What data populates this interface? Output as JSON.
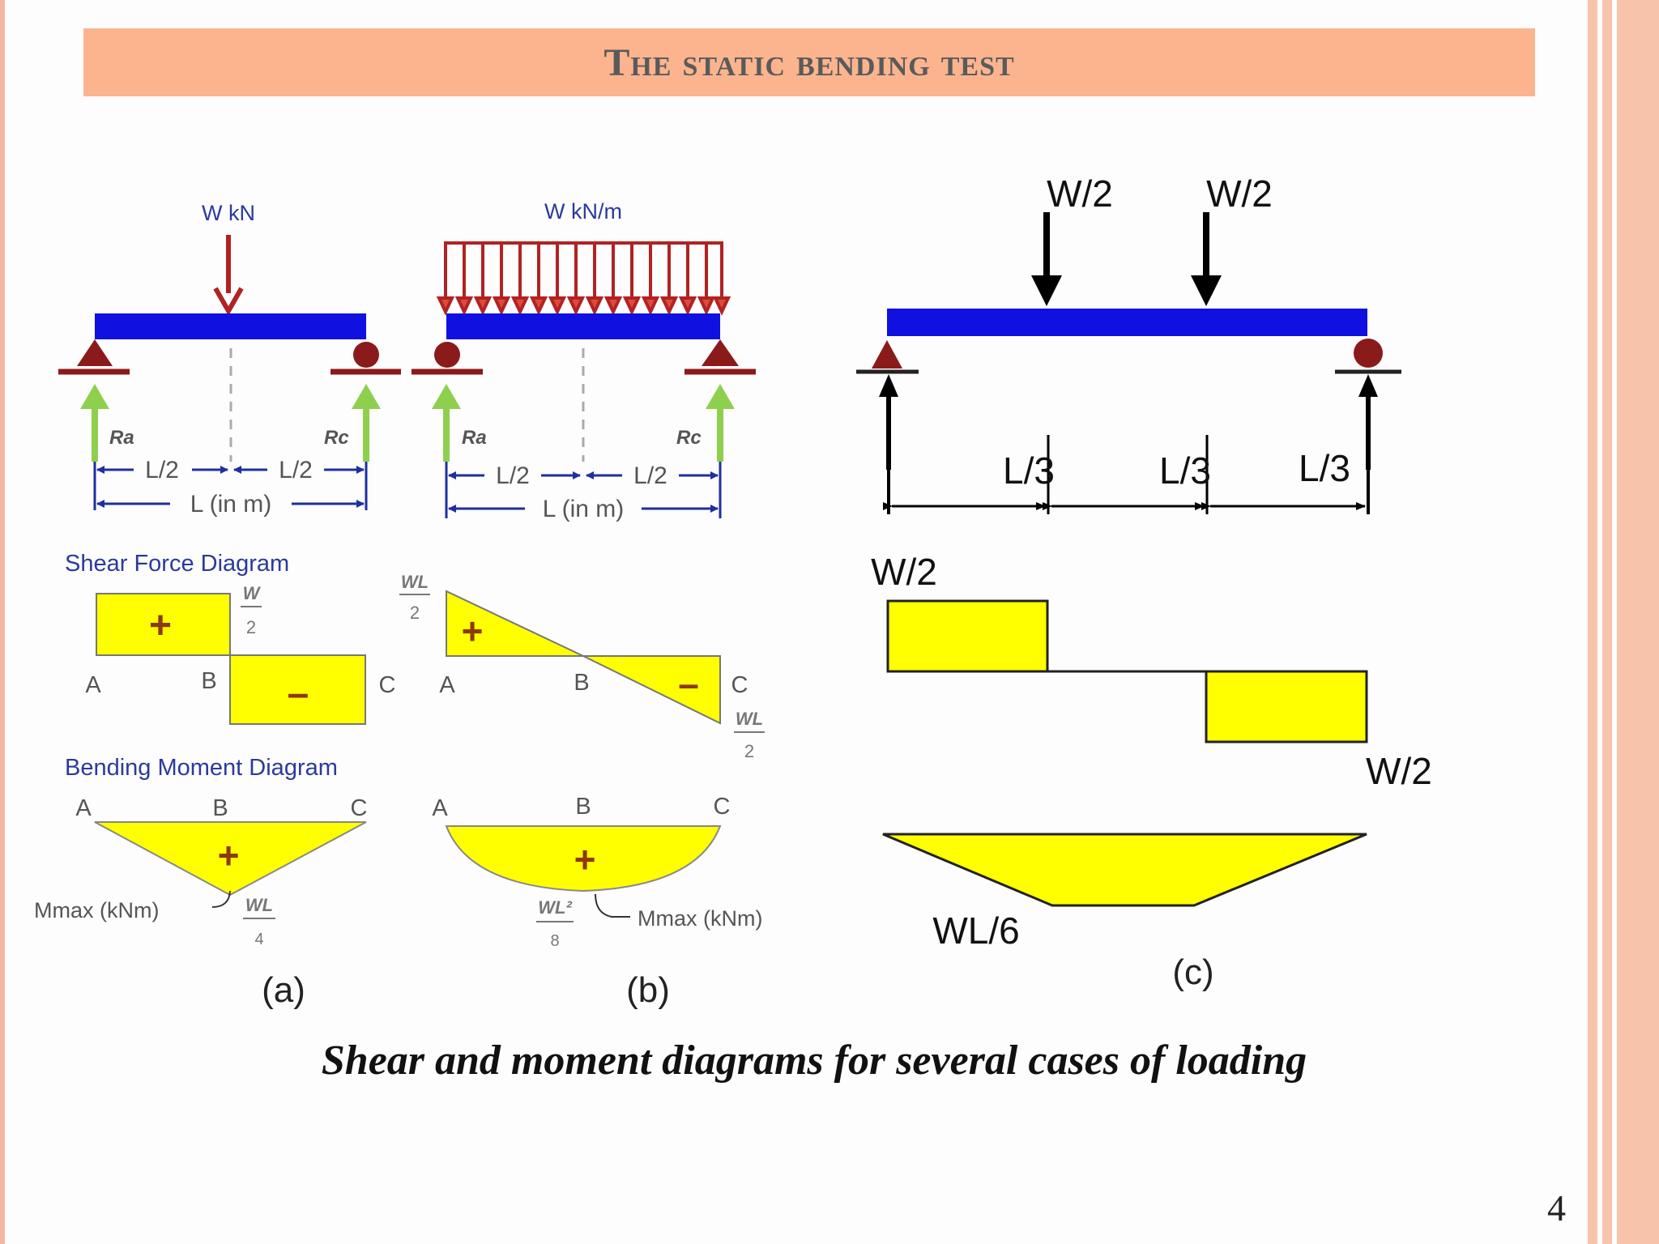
{
  "slide": {
    "title": "The static bending test",
    "caption": "Shear and moment diagrams for several cases of loading",
    "page_number": "4"
  },
  "colors": {
    "beam": "#1010e0",
    "diagram_fill": "#ffff00",
    "load_arrow": "#b22222",
    "reaction_arrow": "#8ed04e",
    "support": "#8b1a1a",
    "dimension": "#1f2f9f",
    "title_bar": "#fbb48e"
  },
  "panel_a": {
    "load": "W kN",
    "reaction_left": "Ra",
    "reaction_right": "Rc",
    "half_left": "L/2",
    "half_right": "L/2",
    "span": "L (in m)",
    "sfd_title": "Shear Force Diagram",
    "shear_num": "W",
    "shear_den": "2",
    "plus": "+",
    "minus": "–",
    "pt_a": "A",
    "pt_b": "B",
    "pt_c": "C",
    "bmd_title": "Bending Moment Diagram",
    "bm_a": "A",
    "bm_b": "B",
    "bm_c": "C",
    "bm_plus": "+",
    "mmax": "Mmax (kNm)",
    "mmax_num": "WL",
    "mmax_den": "4",
    "label": "(a)"
  },
  "panel_b": {
    "load": "W kN/m",
    "reaction_left": "Ra",
    "reaction_right": "Rc",
    "half_left": "L/2",
    "half_right": "L/2",
    "span": "L (in m)",
    "shear_top_num": "WL",
    "shear_top_den": "2",
    "shear_bot_num": "WL",
    "shear_bot_den": "2",
    "plus": "+",
    "minus": "–",
    "pt_a": "A",
    "pt_b": "B",
    "pt_c": "C",
    "bm_a": "A",
    "bm_b": "B",
    "bm_c": "C",
    "bm_plus": "+",
    "mmax_num": "WL²",
    "mmax_den": "8",
    "mmax": "Mmax (kNm)",
    "label": "(b)"
  },
  "panel_c": {
    "load_1": "W/2",
    "load_2": "W/2",
    "third_1": "L/3",
    "third_2": "L/3",
    "third_3": "L/3",
    "shear_top": "W/2",
    "shear_bottom": "W/2",
    "moment": "WL/6",
    "label": "(c)"
  }
}
